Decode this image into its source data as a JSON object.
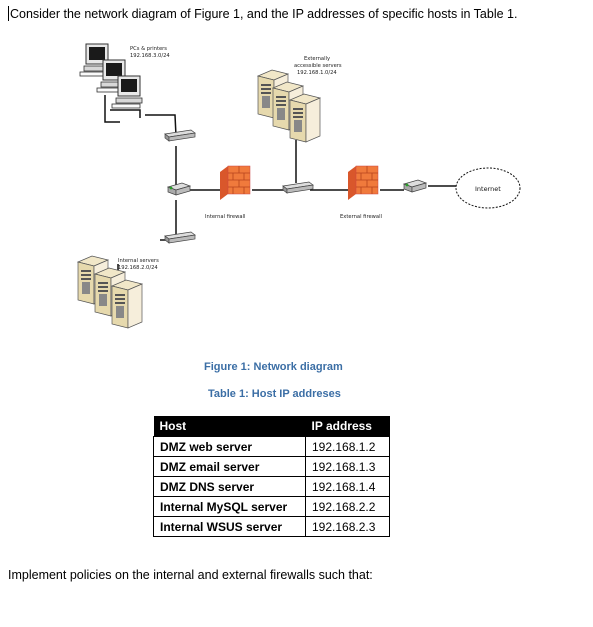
{
  "intro_text": "Consider the network diagram of Figure 1, and the IP addresses of specific hosts in Table 1.",
  "diagram": {
    "pcs_label": [
      "PCs & printers",
      "192.168.3.0/24"
    ],
    "external_label": [
      "Externally",
      "accessible servers",
      "192.168.1.0/24"
    ],
    "internal_servers_label": [
      "Internal servers",
      "192.168.2.0/24"
    ],
    "internal_firewall": "Internal firewall",
    "external_firewall": "External firewall",
    "internet": "Internet"
  },
  "figure_caption": "Figure 1: Network diagram",
  "table_caption": "Table 1: Host IP addreses",
  "table": {
    "headers": [
      "Host",
      "IP address"
    ],
    "rows": [
      [
        "DMZ web server",
        "192.168.1.2"
      ],
      [
        "DMZ email server",
        "192.168.1.3"
      ],
      [
        "DMZ DNS server",
        "192.168.1.4"
      ],
      [
        "Internal MySQL server",
        "192.168.2.2"
      ],
      [
        "Internal WSUS server",
        "192.168.2.3"
      ]
    ]
  },
  "outro_text": "Implement policies on the internal and external firewalls such that:"
}
